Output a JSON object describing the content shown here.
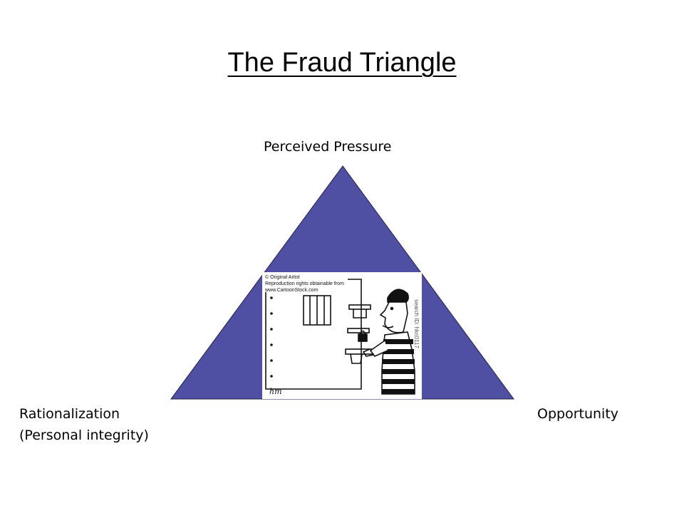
{
  "title": "The Fraud Triangle",
  "vertices": {
    "top": "Perceived Pressure",
    "left_line1": "Rationalization",
    "left_line2": "(Personal integrity)",
    "right": "Opportunity"
  },
  "cartoon": {
    "copyright_line1": "© Original Artist",
    "copyright_line2": "Reproduction rights obtainable from",
    "copyright_line3": "www.CartoonStock.com",
    "search_id": "search ID: hkn0117",
    "signature": "hm"
  },
  "colors": {
    "triangle_fill": "#4F4FA3",
    "triangle_stroke": "#20204A"
  }
}
